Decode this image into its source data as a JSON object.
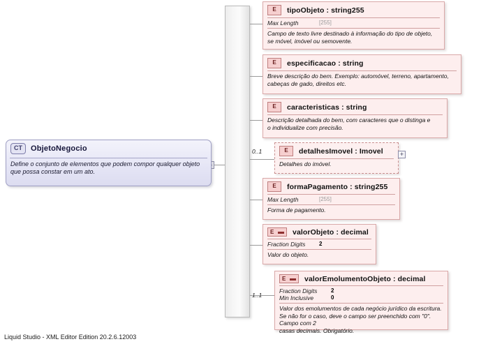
{
  "app": {
    "footer": "Liquid Studio - XML Editor Edition 20.2.6.12003"
  },
  "root": {
    "badge": "CT",
    "name": "ObjetoNegocio",
    "documentation": "Define o conjunto de elementos que podem compor qualquer objeto que possa\nconstar em um ato.",
    "collapse_toggle": "–"
  },
  "compositor": {
    "type": "sequence"
  },
  "elements": [
    {
      "badge": "E",
      "name": "tipoObjeto : string255",
      "occurrence": "",
      "optional": false,
      "facets": [
        {
          "name": "Max Length",
          "value": "[255]",
          "muted": true
        }
      ],
      "documentation": "Campo de texto livre destinado à informação do tipo de objeto,\nse móvel, imóvel ou semovente."
    },
    {
      "badge": "E",
      "name": "especificacao : string",
      "occurrence": "",
      "optional": false,
      "facets": [],
      "documentation": "Breve descrição do bem. Exemplo: automóvel, terreno, apartamento,\ncabeças de gado, direitos etc."
    },
    {
      "badge": "E",
      "name": "caracteristicas : string",
      "occurrence": "",
      "optional": false,
      "facets": [],
      "documentation": "Descrição detalhada do bem, com caracteres que o distinga e\no individualize com precisão."
    },
    {
      "badge": "E",
      "name": "detalhesImovel : Imovel",
      "occurrence": "0..1",
      "optional": true,
      "expand_toggle": "+",
      "facets": [],
      "documentation": "Detalhes do imóvel."
    },
    {
      "badge": "E",
      "name": "formaPagamento : string255",
      "occurrence": "",
      "optional": false,
      "facets": [
        {
          "name": "Max Length",
          "value": "[255]",
          "muted": true
        }
      ],
      "documentation": "Forma de pagamento."
    },
    {
      "badge": "E",
      "name": "valorObjeto : decimal",
      "occurrence": "",
      "optional": false,
      "restricted": true,
      "facets": [
        {
          "name": "Fraction Digits",
          "value": "2",
          "muted": false
        }
      ],
      "documentation": "Valor do objeto."
    },
    {
      "badge": "E",
      "name": "valorEmolumentoObjeto : decimal",
      "occurrence": "1..1",
      "optional": false,
      "restricted": true,
      "facets": [
        {
          "name": "Fraction Digits",
          "value": "2",
          "muted": false
        },
        {
          "name": "Min Inclusive",
          "value": "0",
          "muted": false
        }
      ],
      "documentation": "Valor dos emolumentos de cada negócio jurídico da escritura.\nSe não for o caso, deve o campo ser preenchido com \"0\". Campo com 2\ncasas decimais. Obrigatório."
    }
  ],
  "colors": {
    "element_fill": "#fdeeee",
    "element_border": "#d9a8a8",
    "complextype_fill": "#e6e6f6",
    "complextype_border": "#9f9fc4",
    "group_bar": "#f2f2f2",
    "line": "#9a9a9a"
  }
}
